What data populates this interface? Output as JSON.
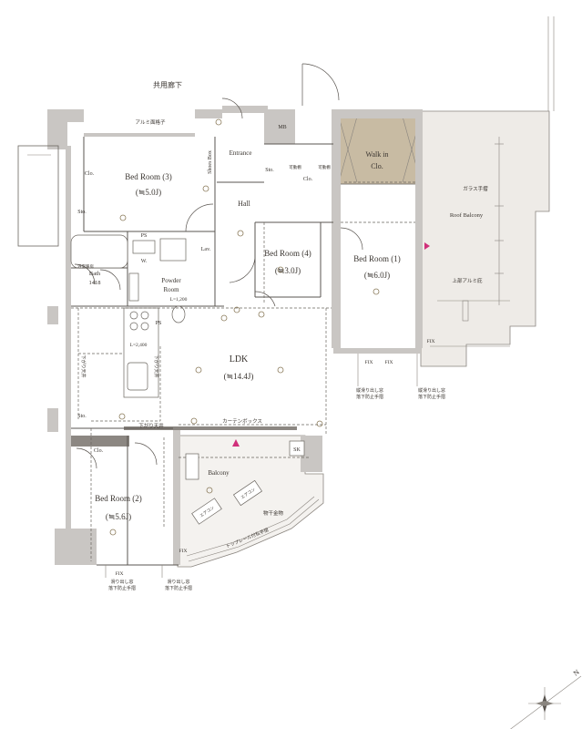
{
  "corridor_label": "共用廊下",
  "rooms": {
    "bed3": {
      "name": "Bed Room (3)",
      "size": "(≒5.0J)"
    },
    "bed4": {
      "name": "Bed Room (4)",
      "size": "(≒3.0J)"
    },
    "bed1": {
      "name": "Bed Room (1)",
      "size": "(≒6.0J)"
    },
    "bed2": {
      "name": "Bed Room (2)",
      "size": "(≒5.6J)"
    },
    "ldk": {
      "name": "LDK",
      "size": "(≒14.4J)"
    },
    "walkin": {
      "line1": "Walk in",
      "line2": "Clo."
    },
    "hall": "Hall",
    "entrance": "Entrance",
    "powder": {
      "line1": "Powder",
      "line2": "Room"
    },
    "bath": {
      "line1": "Bath",
      "line2": "1418"
    },
    "balcony": "Balcony",
    "roof_balcony": "Roof Balcony"
  },
  "small_labels": {
    "mb": "MB",
    "shoes_box": "Shoes Box",
    "sto_entrance": "Sto.",
    "clo_hall": "Clo.",
    "clo_bed3": "Clo.",
    "sto_bed3": "Sto.",
    "sto_ldk": "Sto.",
    "clo_bed2": "Clo.",
    "ps1": "PS",
    "ps2": "PS",
    "lav": "Lav.",
    "w": "W.",
    "sk": "SK",
    "l1200": "L=1,200",
    "l2400": "L=2,400",
    "fix_bed1a": "FIX",
    "fix_bed1b": "FIX",
    "fix_roof": "FIX",
    "fix_bed2": "FIX",
    "fix_balcony": "FIX"
  },
  "annotations": {
    "alumi_railing": "アルミ面格子",
    "glass_railing": "ガラス手摺",
    "upper_alumi": "上部アルミ庇",
    "curtain_box": "カーテンボックス",
    "sagari_tenjo_1": "下がり天井",
    "sagari_tenjo_2": "下がり天井",
    "sagari_tenjo_3": "下がり天井",
    "mono_hoshi": "物干金物",
    "top_rail": "トップレール付私手摺",
    "window_bed1a": [
      "縦滑り出し窓",
      "落下防止手摺"
    ],
    "window_bed1b": [
      "縦滑り出し窓",
      "落下防止手摺"
    ],
    "window_bed2a": [
      "滑り出し窓",
      "落下防止手摺"
    ],
    "window_bed2b": [
      "滑り出し窓",
      "落下防止手摺"
    ],
    "aircon_1": "エアコン",
    "aircon_2": "エアコン",
    "shelf_1": "可動棚",
    "shelf_2": "可動棚",
    "bath_dryer": "浴室暖房"
  },
  "colors": {
    "wall": "#c9c6c3",
    "roof_balcony": "#eeebe7",
    "balcony": "#f4f2ef",
    "walkin": "#c8bba3",
    "marker": "#d0307a"
  },
  "icons": [
    "compass-icon",
    "ceiling-light-icon",
    "door-swing-icon",
    "stove-icon",
    "sink-icon",
    "toilet-icon",
    "bathtub-icon"
  ]
}
